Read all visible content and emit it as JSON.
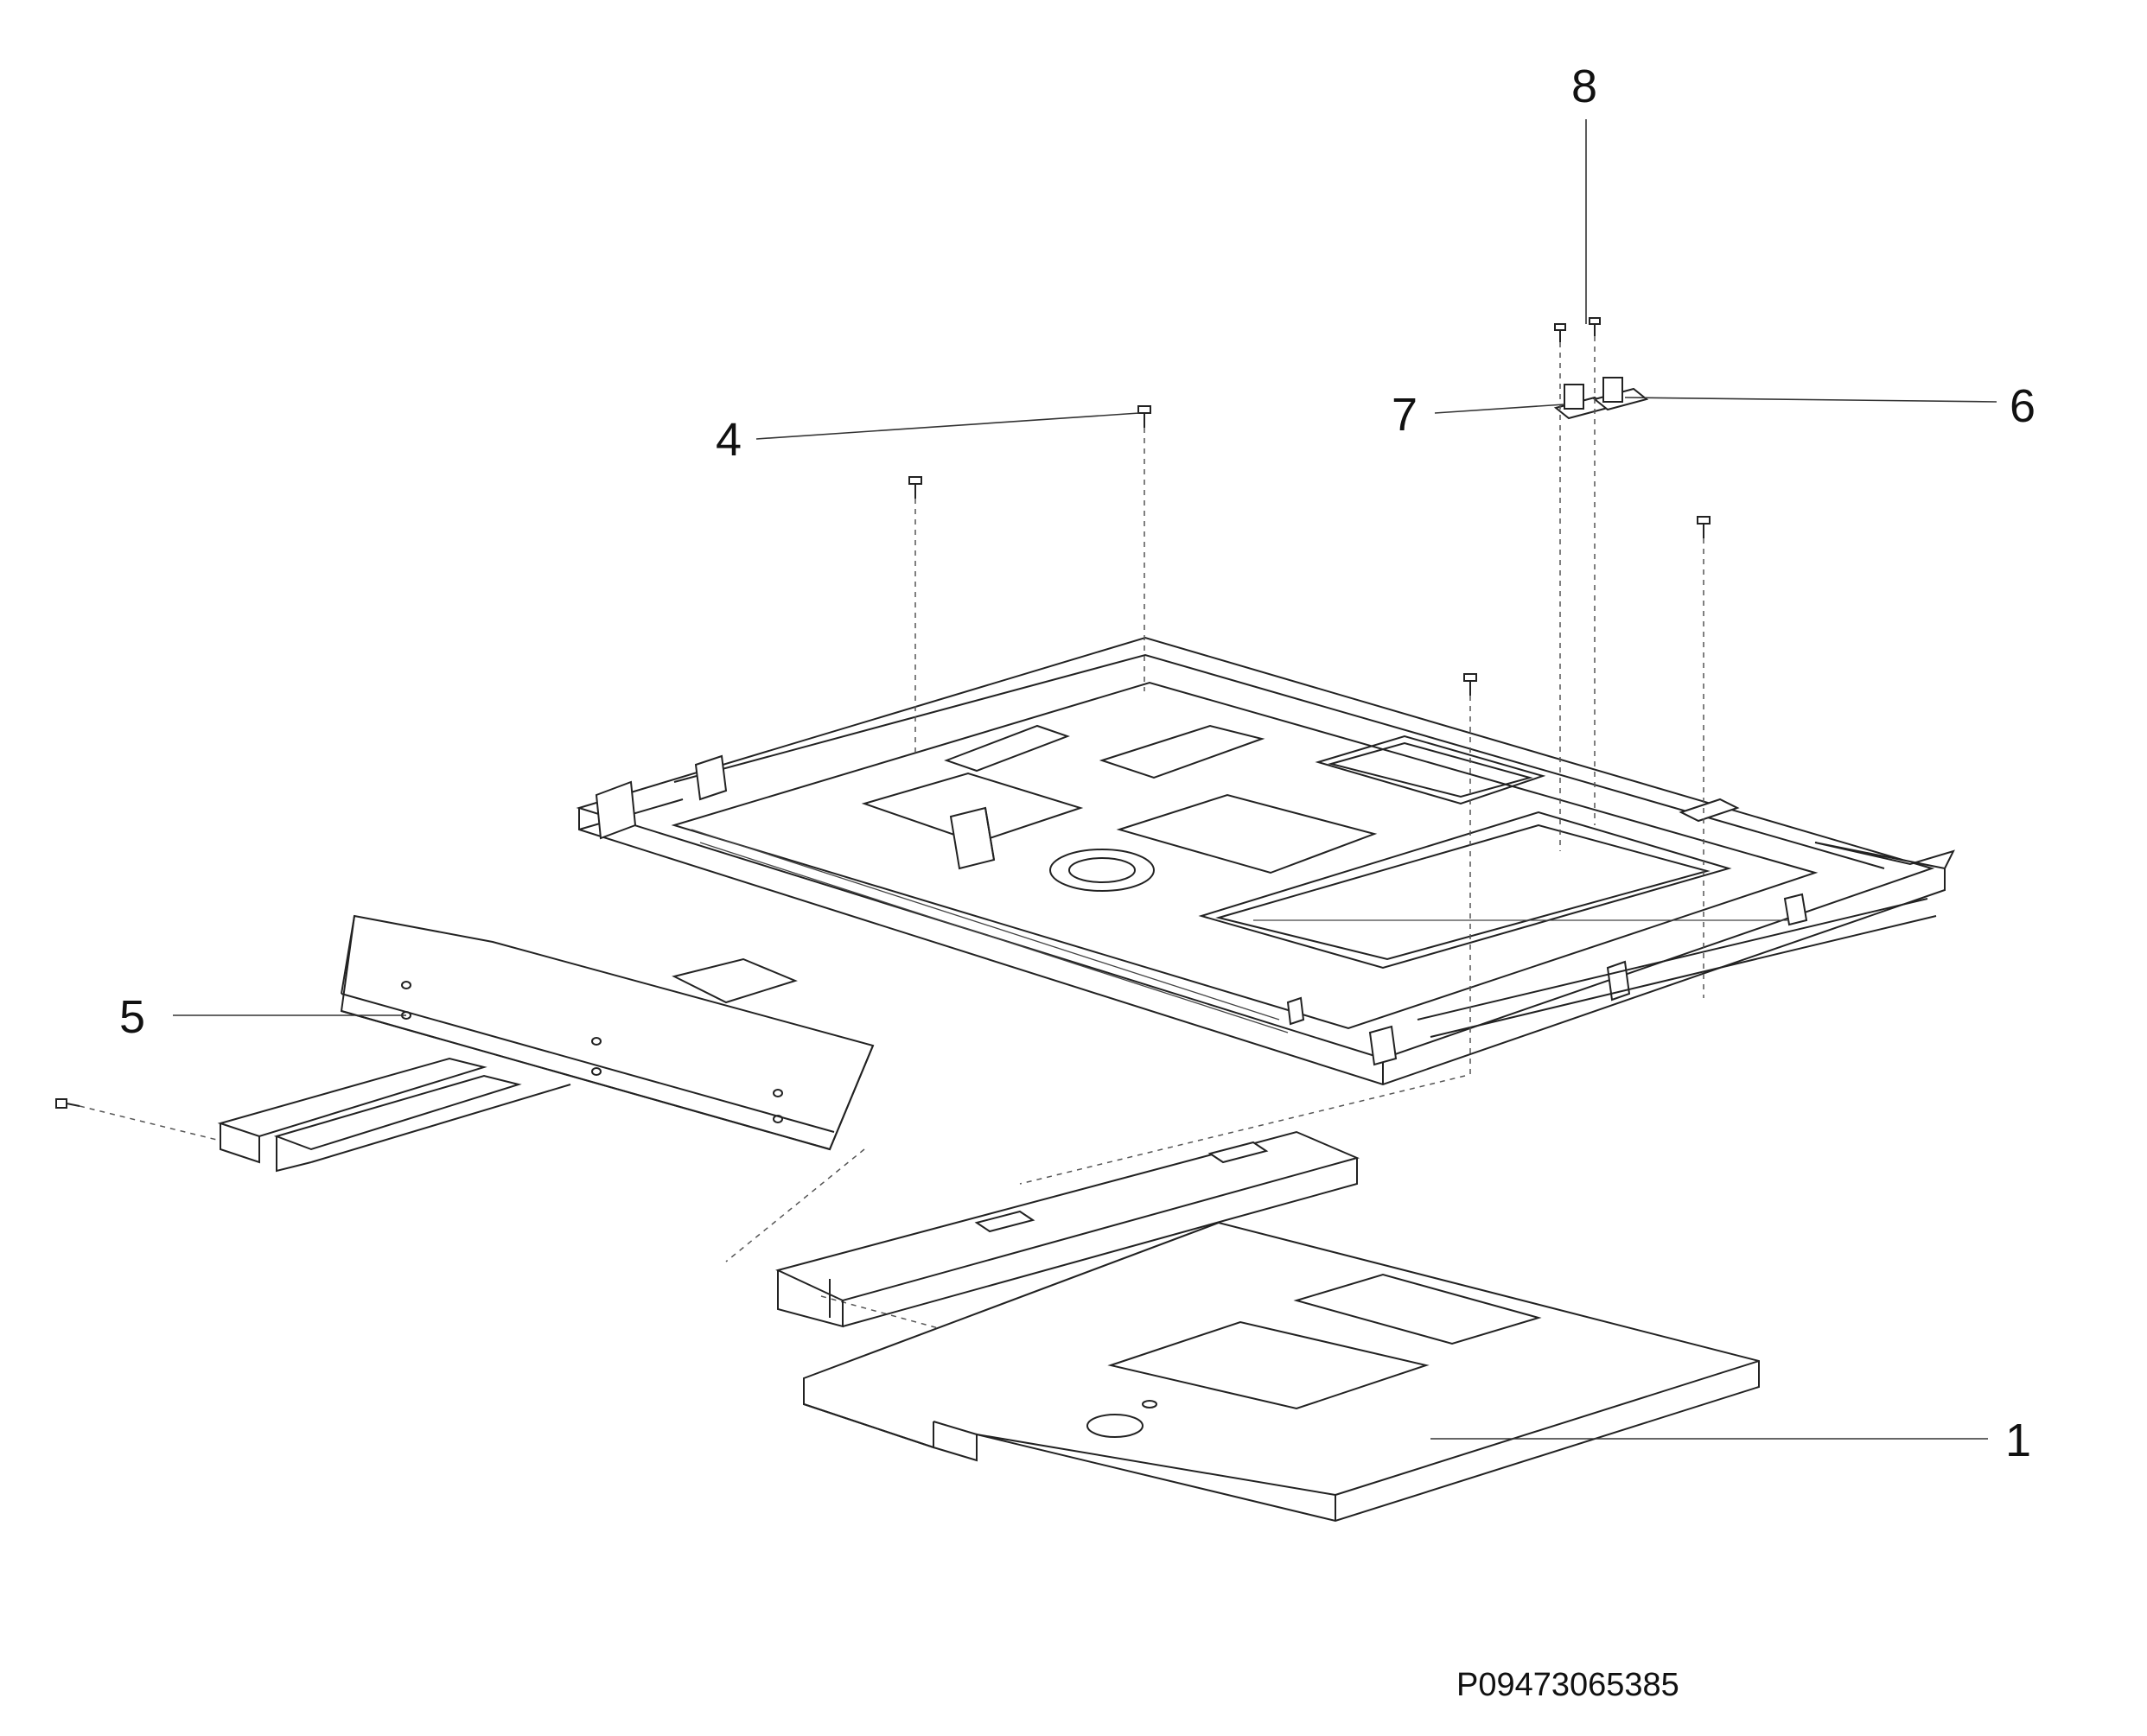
{
  "callouts": {
    "c1": "1",
    "c4": "4",
    "c5": "5",
    "c6": "6",
    "c7": "7",
    "c8": "8"
  },
  "part_number": "P09473065385"
}
